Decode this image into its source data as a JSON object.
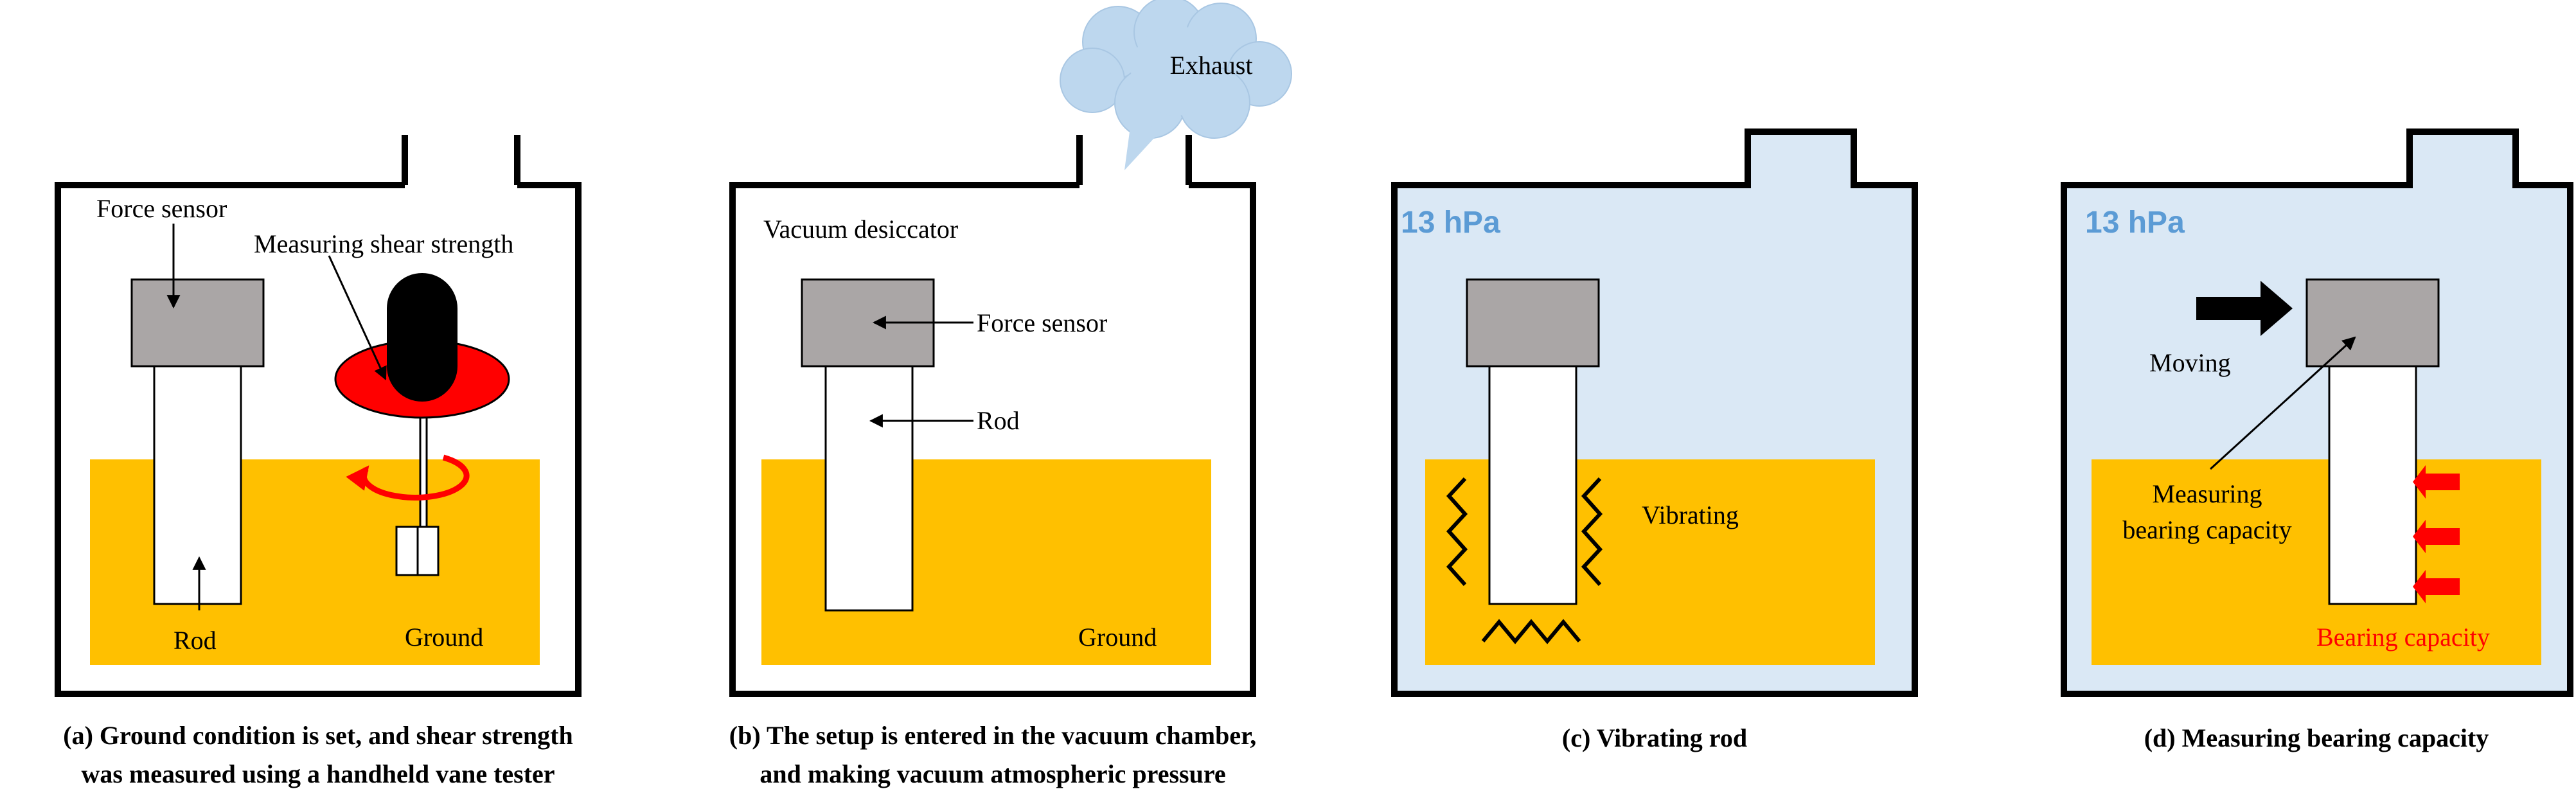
{
  "panel_a": {
    "label_force_sensor": "Force sensor",
    "label_measuring_shear": "Measuring shear strength",
    "label_rod": "Rod",
    "label_ground": "Ground",
    "caption_line1": "(a) Ground condition is set, and shear strength",
    "caption_line2": "was measured using a handheld vane tester"
  },
  "panel_b": {
    "label_exhaust": "Exhaust",
    "label_vacuum_desiccator": "Vacuum desiccator",
    "label_force_sensor": "Force sensor",
    "label_rod": "Rod",
    "label_ground": "Ground",
    "caption_line1": "(b) The setup is entered in the vacuum chamber,",
    "caption_line2": "and making vacuum atmospheric pressure"
  },
  "panel_c": {
    "label_pressure": "13 hPa",
    "label_vibrating": "Vibrating",
    "caption": "(c) Vibrating rod"
  },
  "panel_d": {
    "label_pressure": "13 hPa",
    "label_moving": "Moving",
    "label_measuring_line1": "Measuring",
    "label_measuring_line2": "bearing capacity",
    "label_bearing_capacity": "Bearing capacity",
    "caption": "(d) Measuring bearing capacity"
  },
  "colors": {
    "ground": "#ffc000",
    "vacuum_fill": "#dae8f5",
    "force_sensor": "#aaa6a6",
    "vane_disk": "#ff0000",
    "pressure_text": "#5b9bd5",
    "exhaust_cloud": "#bdd7ee",
    "bearing_arrow": "#ff0000"
  }
}
